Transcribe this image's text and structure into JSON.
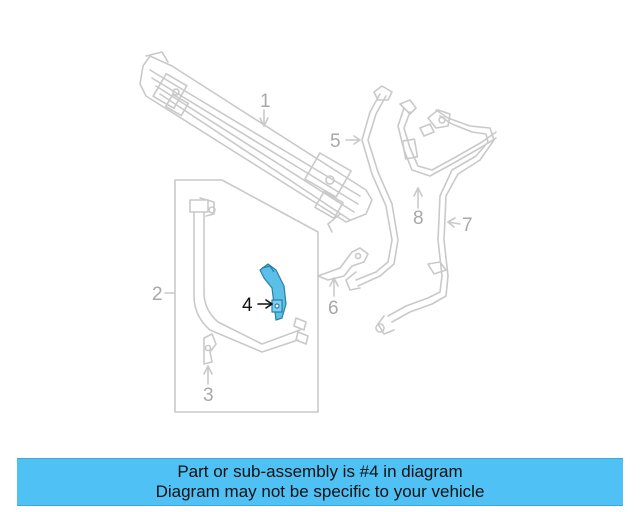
{
  "diagram": {
    "callouts": {
      "c1": "1",
      "c2": "2",
      "c3": "3",
      "c4": "4",
      "c5": "5",
      "c6": "6",
      "c7": "7",
      "c8": "8"
    },
    "colors": {
      "line_art": "#c9c9c9",
      "callout_text": "#a8a8a8",
      "highlight_part": "#5bbfe8",
      "highlight_callout": "#111111"
    }
  },
  "banner": {
    "line1": "Part or sub-assembly is #4 in diagram",
    "line2": "Diagram may not be specific to your vehicle",
    "background": "#4fc1f4"
  }
}
